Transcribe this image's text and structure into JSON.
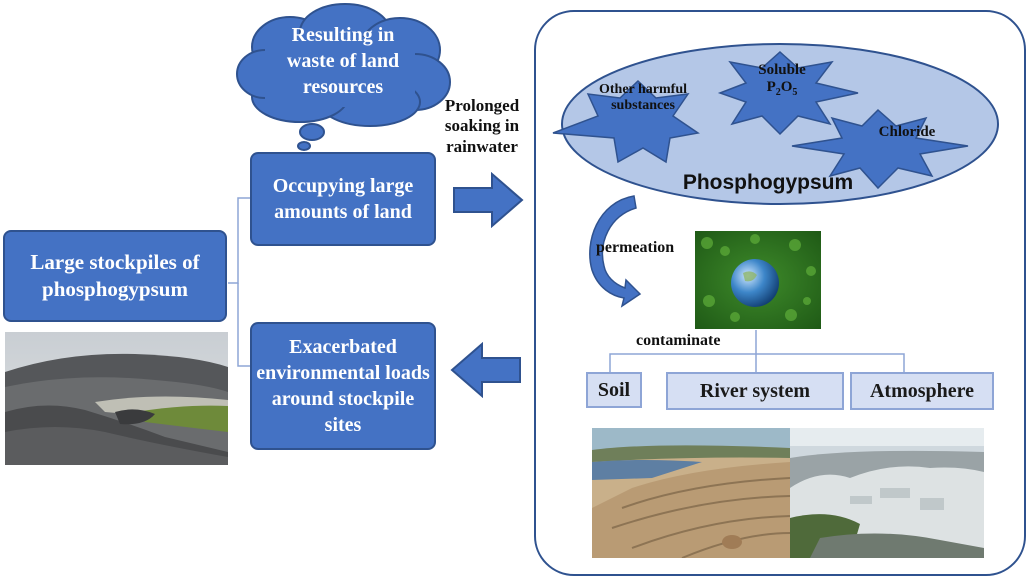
{
  "left": {
    "main_box": "Large stockpiles of phosphogypsum"
  },
  "middle": {
    "cloud": "Resulting in waste of land resources",
    "occupy": "Occupying large amounts of land",
    "exacerbated": "Exacerbated environmental loads around stockpile sites",
    "soak_label": "Prolonged soaking in rainwater"
  },
  "right": {
    "ellipse_title": "Phosphogypsum",
    "star_other": "Other harmful substances",
    "star_soluble_line1": "Soluble",
    "star_soluble_line2": "P",
    "star_soluble_sub1": "2",
    "star_soluble_mid": "O",
    "star_soluble_sub2": "5",
    "star_chloride": "Chloride",
    "permeation": "permeation",
    "contaminate": "contaminate",
    "targets": [
      "Soil",
      "River system",
      "Atmosphere"
    ]
  },
  "colors": {
    "box_fill": "#4472c4",
    "box_border": "#2f528f",
    "light_fill": "#d6dff3",
    "ellipse_fill": "#b4c7e7"
  },
  "icons": {
    "arrow_right": "block-arrow-right",
    "arrow_left": "block-arrow-left",
    "curved_arrow": "curved-arrow-down"
  }
}
